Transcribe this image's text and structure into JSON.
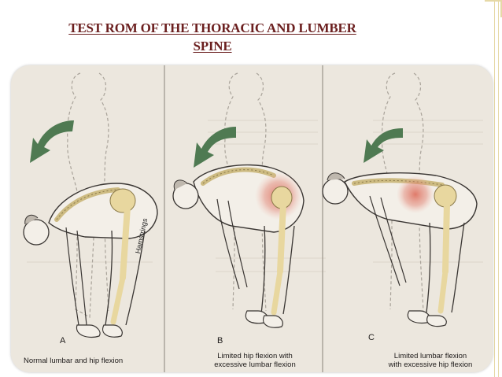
{
  "slide": {
    "title_line1": "TEST ROM OF THE THORACIC AND LUMBER",
    "title_line2": "SPINE"
  },
  "figure": {
    "muscle_label": "Hamstrings",
    "panels": [
      {
        "letter": "A",
        "caption": [
          "Normal lumbar and hip flexion"
        ]
      },
      {
        "letter": "B",
        "caption": [
          "Limited hip flexion with",
          "excessive lumbar flexion"
        ]
      },
      {
        "letter": "C",
        "caption": [
          "Limited lumbar flexion",
          "with excessive hip flexion"
        ]
      }
    ]
  },
  "colors": {
    "title": "#6b1f1f",
    "frame": "#e6d9a6",
    "paper": "#ebe6dd",
    "arrow": "#4f7a52",
    "bone": "#e8d79f",
    "pain": "#e07a6a"
  }
}
